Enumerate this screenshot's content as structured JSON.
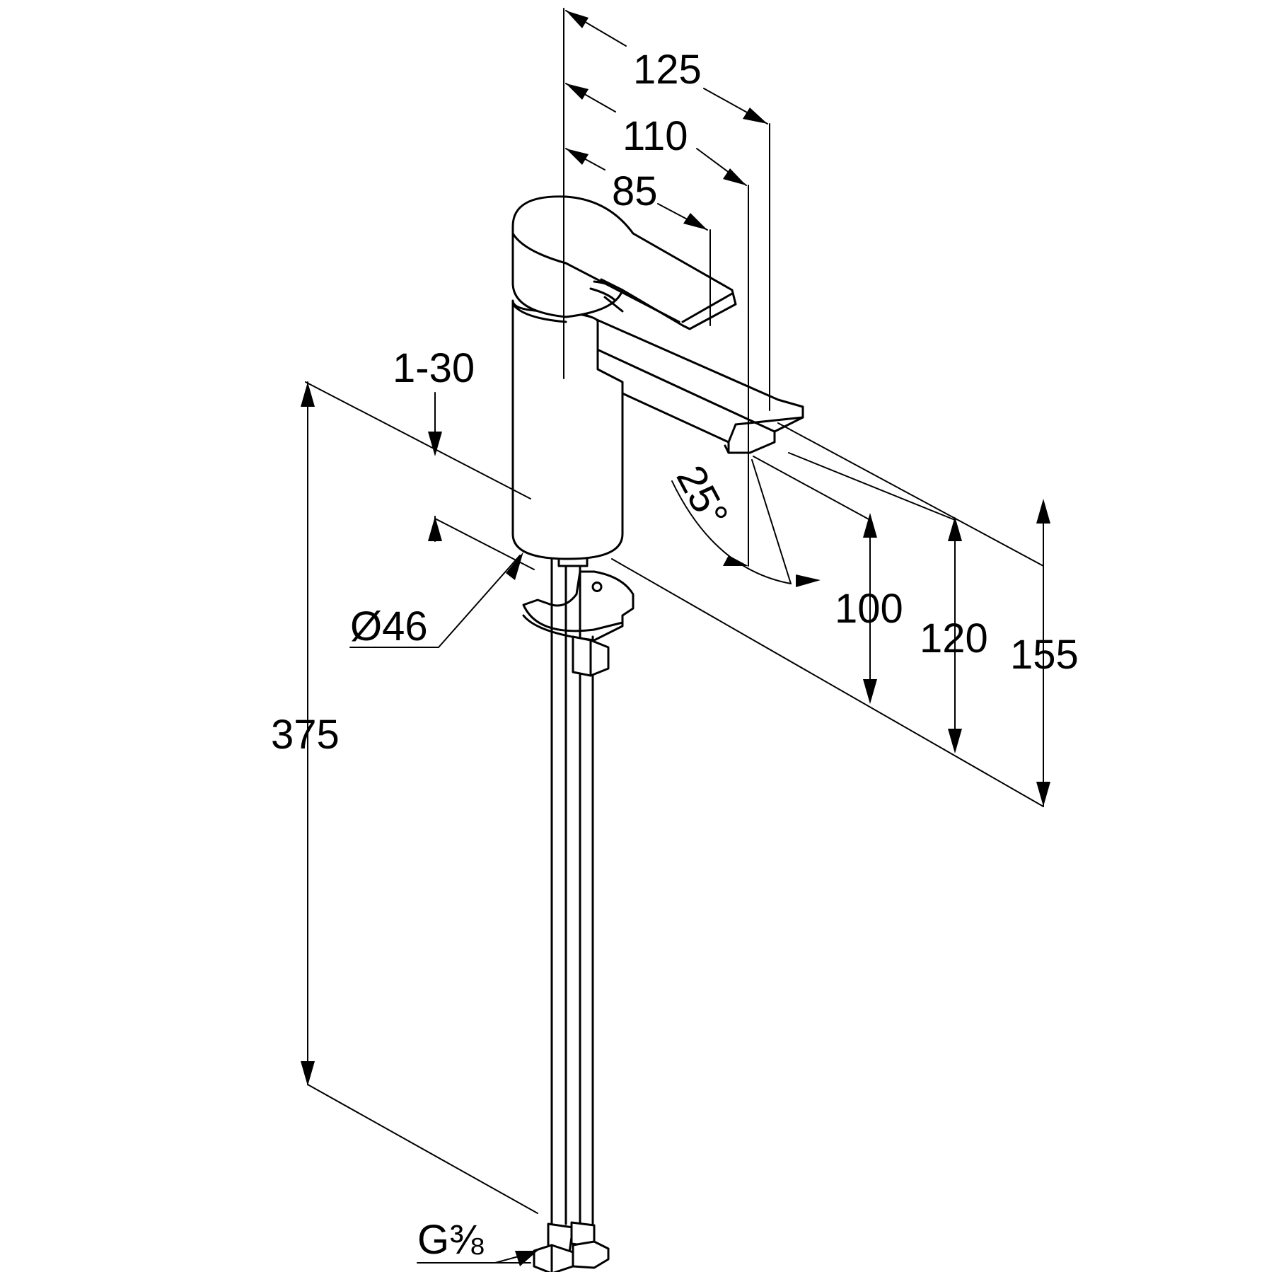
{
  "dimensions": {
    "d125": "125",
    "d110": "110",
    "d85": "85",
    "range": "1-30",
    "diameter": "Ø46",
    "angle": "25°",
    "h100": "100",
    "h120": "120",
    "h155": "155",
    "h375": "375",
    "thread_main": "G",
    "thread_fraction": "⅜"
  }
}
